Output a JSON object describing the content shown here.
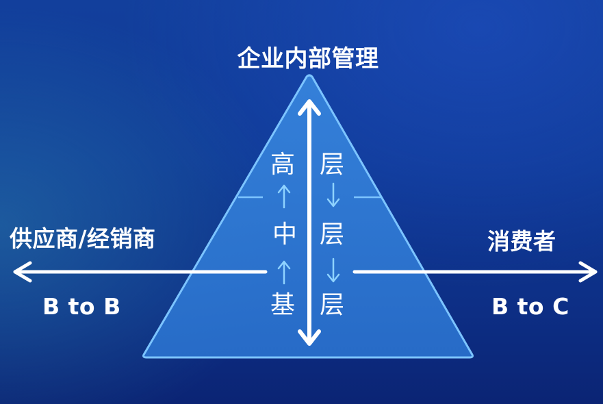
{
  "diagram": {
    "title": "企业内部管理",
    "left": {
      "label": "供应商/经销商",
      "sublabel": "B to B"
    },
    "right": {
      "label": "消费者",
      "sublabel": "B to C"
    },
    "pyramid": {
      "left_chars": [
        "高",
        "中",
        "基"
      ],
      "right_chars": [
        "层",
        "层",
        "层"
      ]
    }
  },
  "colors": {
    "background": "#0f3a96",
    "triangle_fill": "#2f7fd8",
    "triangle_stroke": "#7cc4ff",
    "small_arrows": "#8fd3ff",
    "text": "#ffffff"
  }
}
